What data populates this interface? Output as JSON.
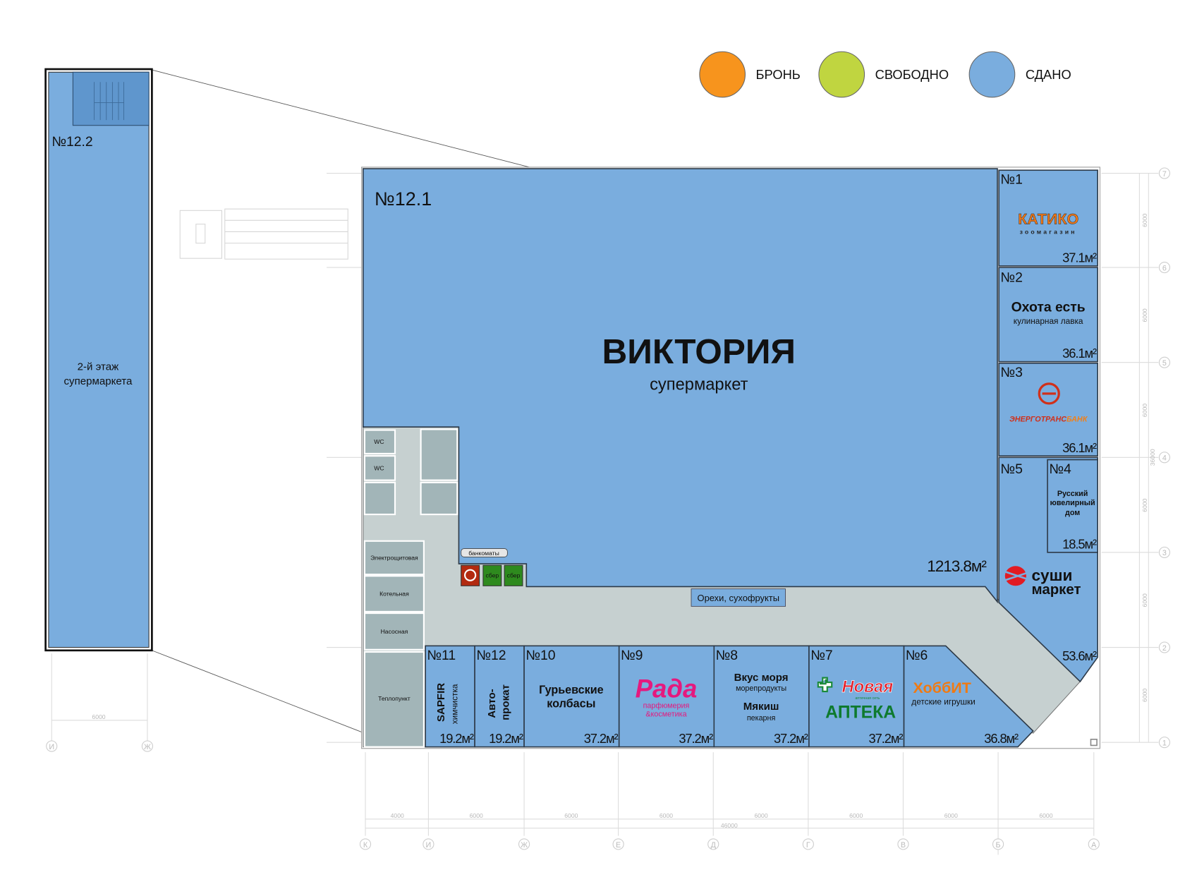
{
  "legend": [
    {
      "label": "БРОНЬ",
      "color": "#f7941d"
    },
    {
      "label": "СВОБОДНО",
      "color": "#c0d540"
    },
    {
      "label": "СДАНО",
      "color": "#7aadde"
    }
  ],
  "second_floor": {
    "number": "№12.2",
    "line1": "2-й этаж",
    "line2": "супермаркета",
    "dim": "6000",
    "axis_left": "И",
    "axis_right": "Ж"
  },
  "anchor": {
    "number": "№12.1",
    "name": "ВИКТОРИЯ",
    "subtitle": "супермаркет",
    "area": "1213.8м²"
  },
  "shops": {
    "s1": {
      "number": "№1",
      "logo": "КАТИКО",
      "sub": "зоомагазин",
      "area": "37.1м²"
    },
    "s2": {
      "number": "№2",
      "name": "Охота есть",
      "sub": "кулинарная лавка",
      "area": "36.1м²"
    },
    "s3": {
      "number": "№3",
      "logo": "ЭНЕРГОТРАНС",
      "logo2": "БАНК",
      "area": "36.1м²"
    },
    "s4": {
      "number": "№4",
      "l1": "Русский",
      "l2": "ювелирный",
      "l3": "дом",
      "area": "18.5м²"
    },
    "s5": {
      "number": "№5",
      "l1": "суши",
      "l2": "маркет",
      "area": "53.6м²"
    },
    "s6": {
      "number": "№6",
      "logo": "ХоббИТ",
      "sub": "детские игрушки",
      "area": "36.8м²"
    },
    "s7": {
      "number": "№7",
      "logo": "Новая",
      "logo_sub": "аптечная сеть",
      "name": "АПТЕКА",
      "area": "37.2м²"
    },
    "s8": {
      "number": "№8",
      "l1": "Вкус моря",
      "l2": "морепродукты",
      "l3": "Мякиш",
      "l4": "пекарня",
      "area": "37.2м²"
    },
    "s9": {
      "number": "№9",
      "logo": "Рада",
      "l1": "парфюмерия",
      "l2": "&косметика",
      "area": "37.2м²"
    },
    "s10": {
      "number": "№10",
      "l1": "Гурьевские",
      "l2": "колбасы",
      "area": "37.2м²"
    },
    "s11": {
      "number": "№11",
      "l1": "SAPFIR",
      "l2": "химчистка",
      "area": "19.2м²"
    },
    "s12": {
      "number": "№12",
      "l1": "Авто-",
      "l2": "прокат",
      "area": "19.2м²"
    }
  },
  "service": {
    "wc1": "WC",
    "wc2": "WC",
    "electric": "Электрощитовая",
    "boiler": "Котельная",
    "pump": "Насосная",
    "heat": "Теплопункт",
    "atms": "банкоматы",
    "sber1": "сбер",
    "sber2": "сбер",
    "nuts": "Орехи, сухофрукты"
  },
  "axes": {
    "letters": [
      "К",
      "И",
      "Ж",
      "Е",
      "Д",
      "Г",
      "В",
      "Б",
      "А"
    ],
    "numbers": [
      "7",
      "6",
      "5",
      "4",
      "3",
      "2",
      "1"
    ],
    "bottom_dims": [
      "4000",
      "6000",
      "6000",
      "6000",
      "6000",
      "6000",
      "6000",
      "6000"
    ],
    "bottom_total": "46000",
    "right_dims": [
      "6000",
      "6000",
      "6000",
      "6000",
      "6000",
      "6000"
    ],
    "right_total": "36000"
  }
}
